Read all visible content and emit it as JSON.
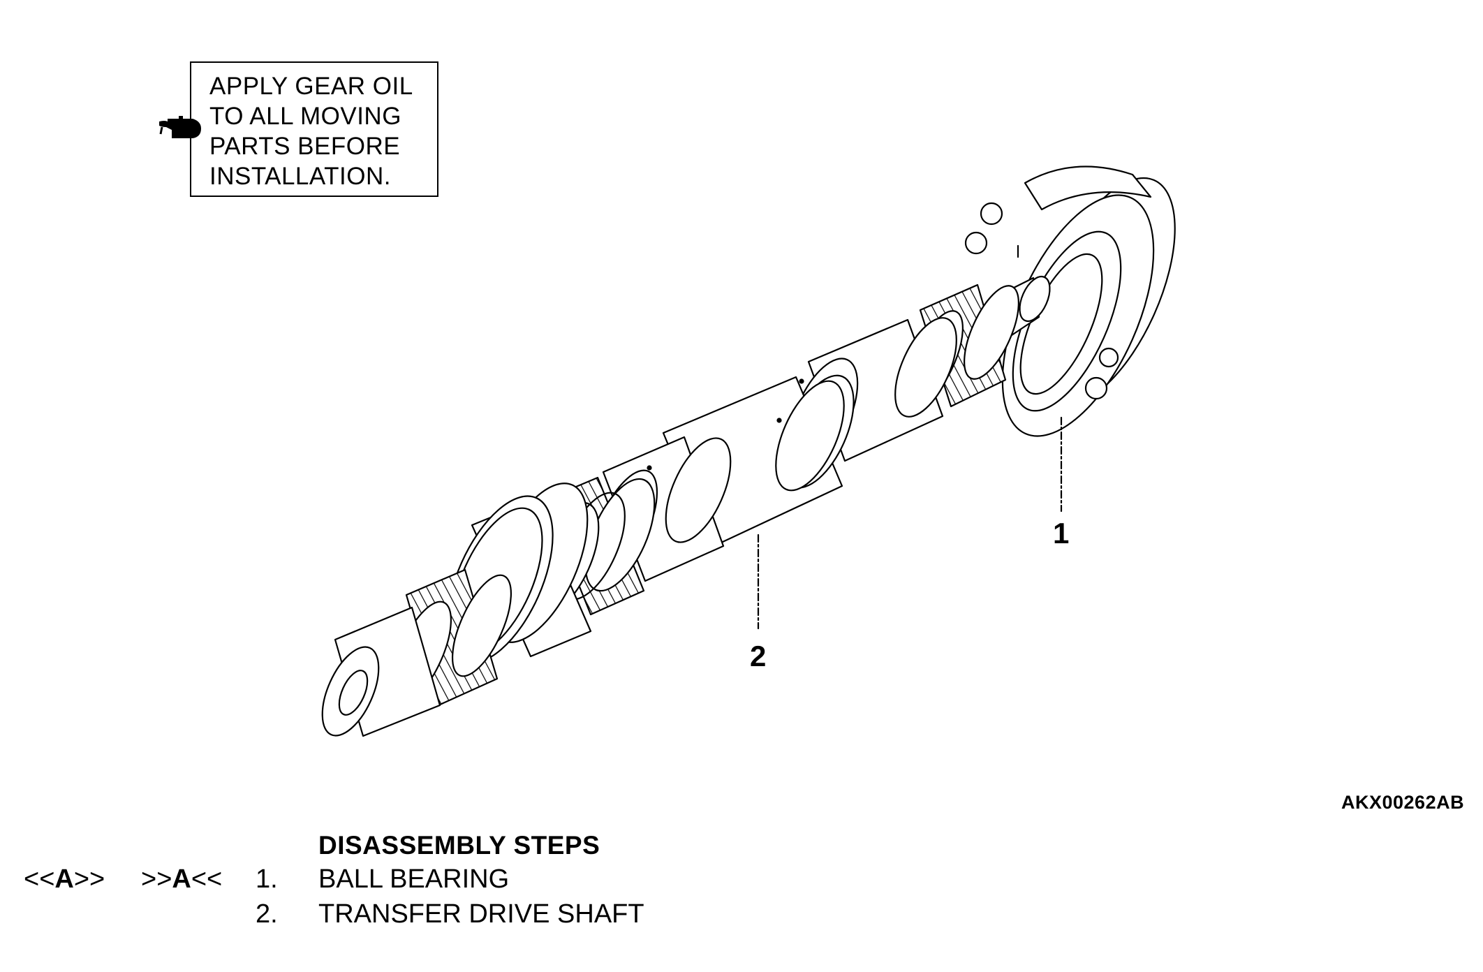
{
  "note": {
    "lines": [
      "APPLY GEAR OIL",
      "TO ALL MOVING",
      "PARTS BEFORE",
      "INSTALLATION."
    ],
    "icon": "oil-can-icon"
  },
  "callouts": {
    "part1": "1",
    "part2": "2"
  },
  "figure_id": "AKX00262AB",
  "disassembly": {
    "title": "DISASSEMBLY STEPS",
    "steps": [
      {
        "pre_lt": "<<",
        "pre_ref": "A",
        "pre_gt": ">>",
        "post_lt": ">>",
        "post_ref": "A",
        "post_gt": "<<",
        "number": "1.",
        "label": "BALL BEARING"
      },
      {
        "pre_lt": "",
        "pre_ref": "",
        "pre_gt": "",
        "post_lt": "",
        "post_ref": "",
        "post_gt": "",
        "number": "2.",
        "label": "TRANSFER DRIVE SHAFT"
      }
    ]
  }
}
